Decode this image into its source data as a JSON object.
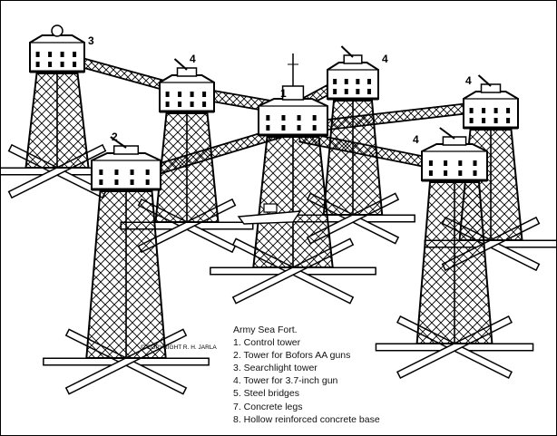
{
  "diagram": {
    "callouts": {
      "control_tower": "1",
      "bofors_tower": "2",
      "searchlight_tower": "3",
      "gun_tower_a": "4",
      "gun_tower_b": "4",
      "gun_tower_c": "4",
      "gun_tower_d": "4"
    },
    "copyright": "© COPYRIGHT  R. H. JARLA"
  },
  "legend": {
    "title": "Army Sea Fort.",
    "items": [
      "1. Control tower",
      "2. Tower for Bofors AA guns",
      "3. Searchlight tower",
      "4. Tower for 3.7-inch gun",
      "5. Steel bridges",
      "7. Concrete legs",
      "8. Hollow reinforced concrete base"
    ]
  }
}
